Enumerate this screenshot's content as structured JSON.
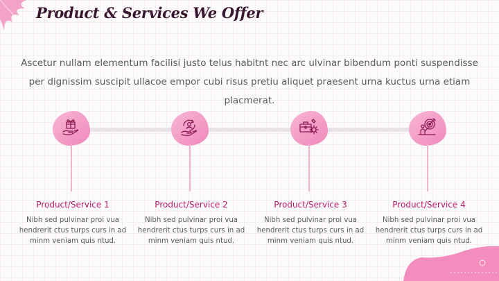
{
  "header": {
    "title": "Product & Services We Offer"
  },
  "intro": {
    "text": "Ascetur nullam elementum facilisi justo telus habitnt nec arc ulvinar bibendum ponti suspendisse per dignissim suscipit ullacoe empor cubi risus pretiu aliquet praesent urna kuctus urna etiam placmerat."
  },
  "services": [
    {
      "name": "Product/Service 1",
      "icon": "gift-hand-icon",
      "description": "Nibh sed pulvinar proi vua hendrerit ctus turps curs in ad minm veniam quis ntud."
    },
    {
      "name": "Product/Service 2",
      "icon": "user-cycle-hand-icon",
      "description": "Nibh sed pulvinar proi vua hendrerit ctus turps curs in ad minm veniam quis ntud."
    },
    {
      "name": "Product/Service 3",
      "icon": "briefcase-gear-icon",
      "description": "Nibh sed pulvinar proi vua hendrerit ctus turps curs in ad minm veniam quis ntud."
    },
    {
      "name": "Product/Service 4",
      "icon": "target-person-icon",
      "description": "Nibh sed pulvinar proi vua hendrerit ctus turps curs in ad minm veniam quis ntud."
    }
  ],
  "colors": {
    "accent": "#b81c67",
    "blob": "#f39cc6",
    "icon_stroke": "#8a1a4f",
    "body_text": "#5b5b5b",
    "title_text": "#3a1730"
  }
}
